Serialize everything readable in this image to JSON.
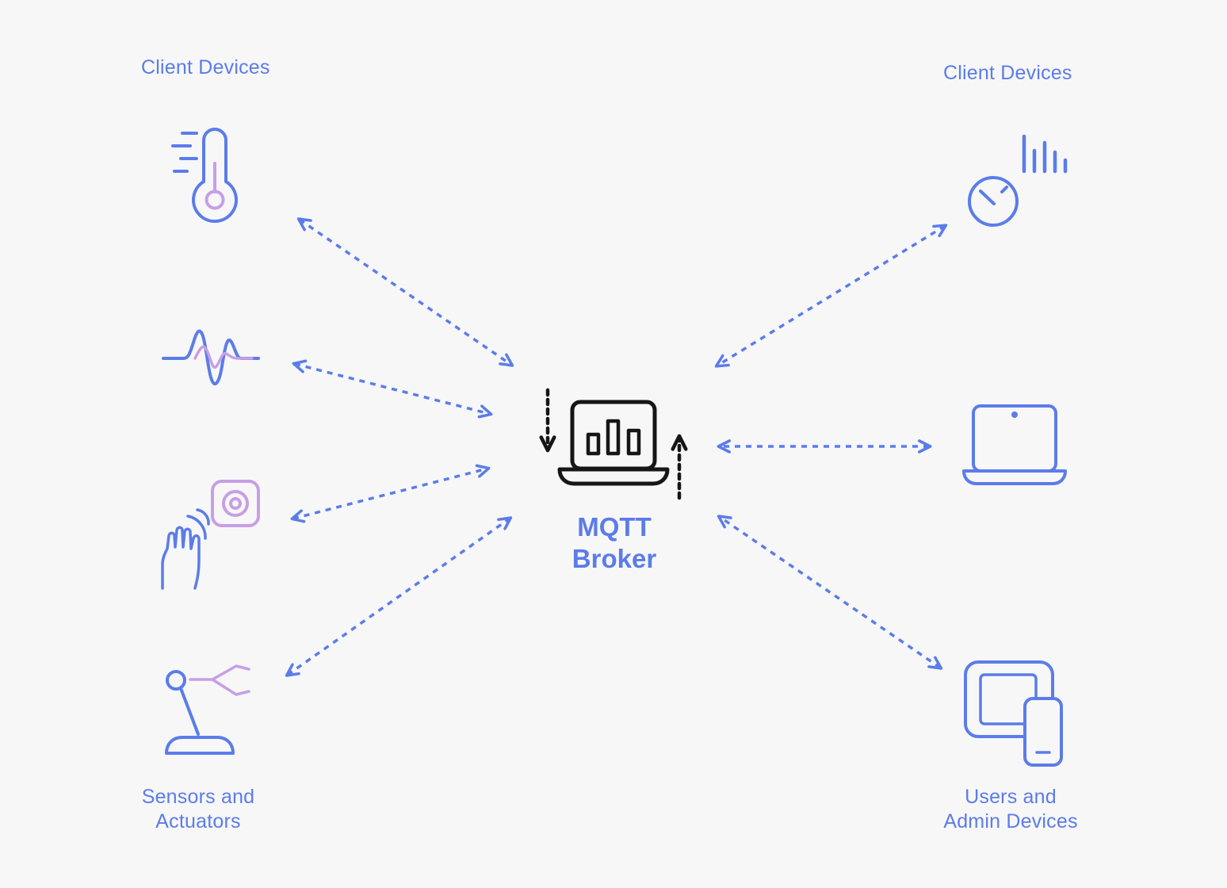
{
  "colors": {
    "background": "#f7f7f8",
    "blue": "#5b7ce9",
    "purple": "#c79fe4",
    "black": "#161616"
  },
  "labels": {
    "client_devices_left": "Client Devices",
    "client_devices_right": "Client Devices",
    "sensors_actuators": "Sensors and\nActuators",
    "users_admin": "Users and\nAdmin Devices",
    "broker": "MQTT\nBroker"
  },
  "icon_names": [
    "thermometer-icon",
    "waveform-icon",
    "gesture-sensor-icon",
    "joystick-actuator-icon",
    "gauge-icon",
    "laptop-icon",
    "tablet-phone-icon",
    "broker-laptop-icon",
    "publish-down-arrow-icon",
    "subscribe-up-arrow-icon"
  ]
}
